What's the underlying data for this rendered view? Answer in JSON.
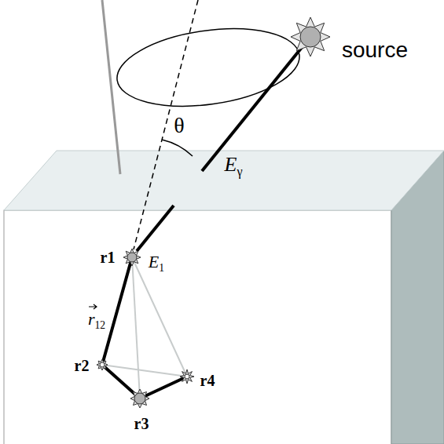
{
  "diagram": {
    "labels": [
      "source",
      "θ",
      "Eγ",
      "r1",
      "E1",
      "r12",
      "r2",
      "r3",
      "r4"
    ]
  }
}
